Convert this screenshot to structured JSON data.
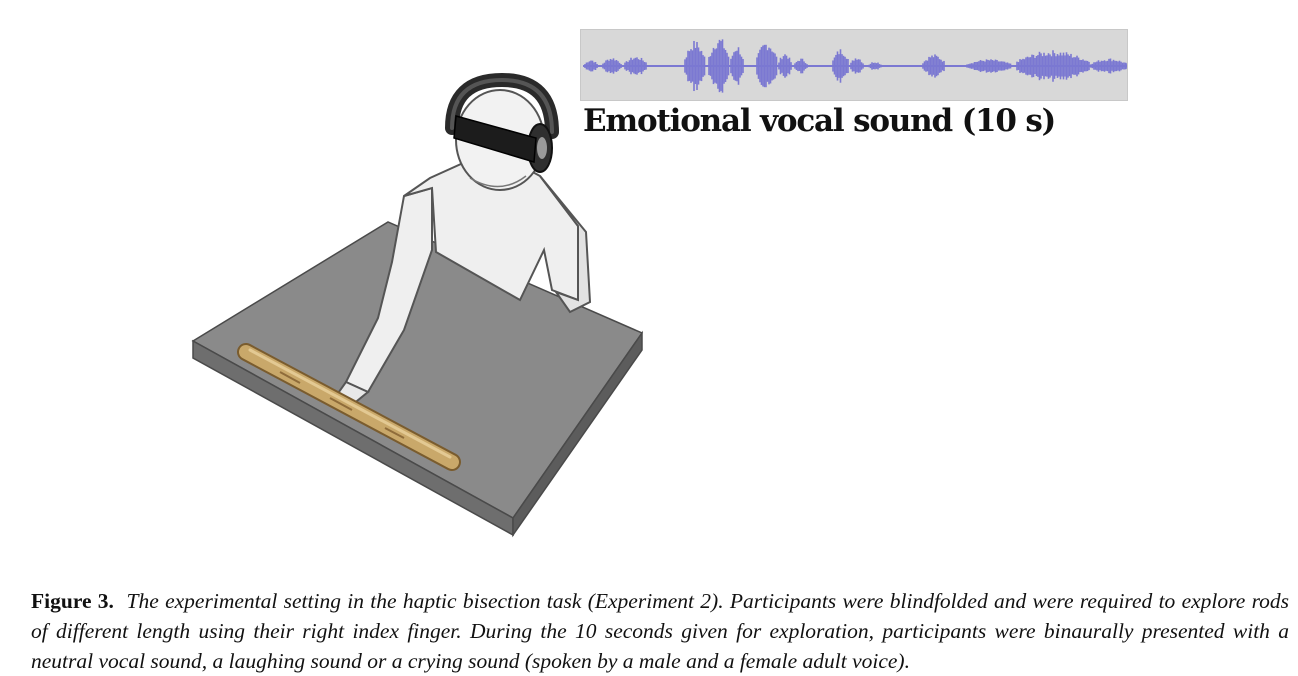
{
  "figure": {
    "sound_label": "Emotional vocal sound (10 s)",
    "waveform_color": "#7b78d2",
    "waveform_background": "#d8d8d8",
    "table_color": "#8a8a8a",
    "rod_color": "#c9a86a"
  },
  "caption": {
    "label": "Figure 3.",
    "text": "The experimental setting in the haptic bisection task (Experiment 2). Participants were blindfolded and were required to explore rods of different length using their right index finger. During the 10 seconds given for exploration, participants were binaurally presented with a neutral vocal sound, a laughing sound or a crying sound (spoken by a male and a female adult voice)."
  }
}
